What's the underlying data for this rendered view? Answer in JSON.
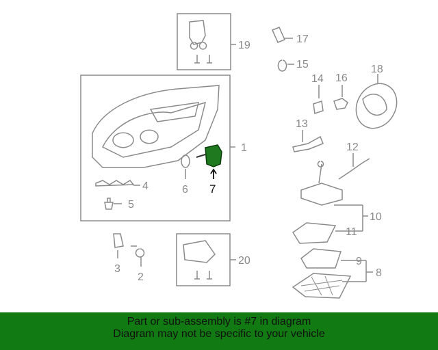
{
  "callouts": {
    "c1": "1",
    "c2": "2",
    "c3": "3",
    "c4": "4",
    "c5": "5",
    "c6": "6",
    "c7": "7",
    "c8": "8",
    "c9": "9",
    "c10": "10",
    "c11": "11",
    "c12": "12",
    "c13": "13",
    "c14": "14",
    "c15": "15",
    "c16": "16",
    "c17": "17",
    "c18": "18",
    "c19": "19",
    "c20": "20"
  },
  "highlighted_part": "7",
  "colors": {
    "highlight": "#1f7a1f",
    "line": "#8a8a8a",
    "banner": "#127a12"
  },
  "banner": {
    "line1": "Part or sub-assembly is #7 in diagram",
    "line2": "Diagram may not be specific to your vehicle"
  }
}
